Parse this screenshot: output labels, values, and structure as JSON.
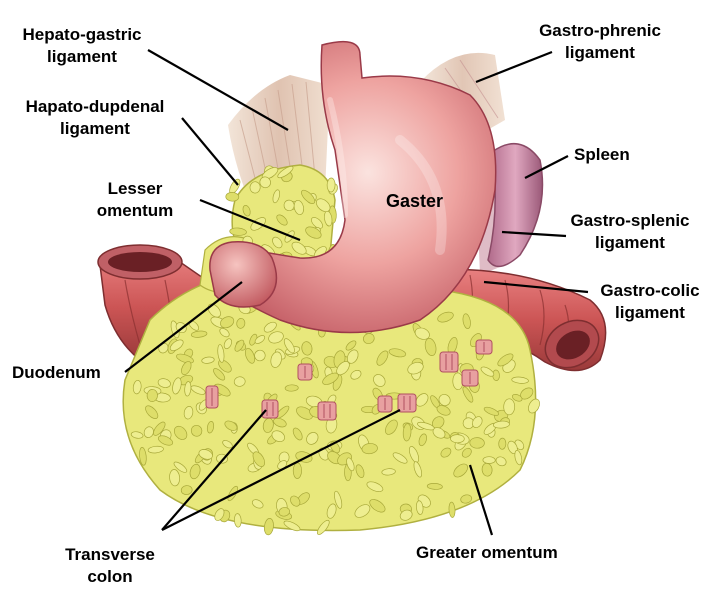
{
  "labels": {
    "hepato_gastric": [
      "Hepato-gastric",
      "ligament"
    ],
    "hapato_dupdenal": [
      "Hapato-dupdenal",
      "ligament"
    ],
    "lesser_omentum": [
      "Lesser",
      "omentum"
    ],
    "duodenum": "Duodenum",
    "transverse_colon": [
      "Transverse",
      "colon"
    ],
    "gastro_phrenic": [
      "Gastro-phrenic",
      "ligament"
    ],
    "spleen": "Spleen",
    "gastro_splenic": [
      "Gastro-splenic",
      "ligament"
    ],
    "gastro_colic": [
      "Gastro-colic",
      "ligament"
    ],
    "greater_omentum": "Greater omentum",
    "gaster": "Gaster"
  },
  "colors": {
    "stomach": "#e88a8a",
    "stomach_light": "#f8d4d0",
    "fat": "#e6e67a",
    "fat_dark": "#b8b840",
    "colon": "#d86060",
    "spleen": "#c07898",
    "ligament": "#e4c8b4"
  }
}
